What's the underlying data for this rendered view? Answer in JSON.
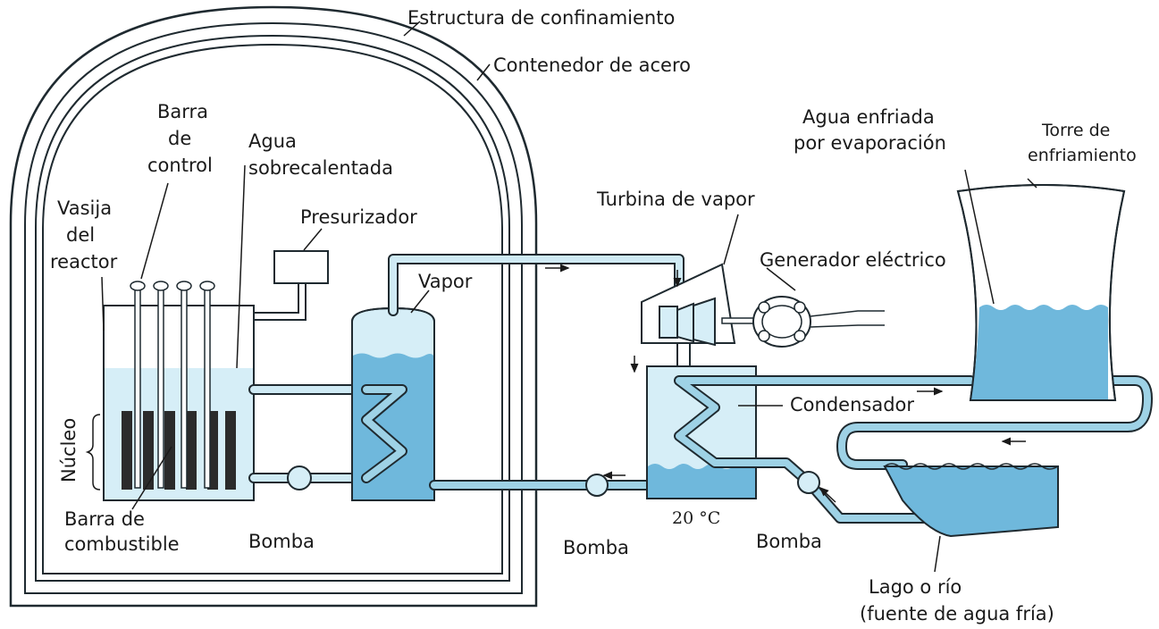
{
  "labels": {
    "confinement": "Estructura de confinamiento",
    "steel_container": "Contenedor de acero",
    "control_rod_1": "Barra",
    "control_rod_2": "de",
    "control_rod_3": "control",
    "superheated_1": "Agua",
    "superheated_2": "sobrecalentada",
    "pressurizer": "Presurizador",
    "vessel_1": "Vasija",
    "vessel_2": "del",
    "vessel_3": "reactor",
    "core": "Núcleo",
    "fuel_rod_1": "Barra de",
    "fuel_rod_2": "combustible",
    "pump_1": "Bomba",
    "steam": "Vapor",
    "turbine": "Turbina de vapor",
    "generator": "Generador eléctrico",
    "evap_1": "Agua enfriada",
    "evap_2": "por evaporación",
    "tower_1": "Torre de",
    "tower_2": "enfriamiento",
    "condenser": "Condensador",
    "temp": "20 °C",
    "pump_2": "Bomba",
    "pump_3": "Bomba",
    "lake_1": "Lago o río",
    "lake_2": "(fuente de agua fría)"
  },
  "colors": {
    "water_light": "#d6eef7",
    "water_dark": "#6fb8dc",
    "pipe_fill": "#cfeaf4",
    "outline": "#1f2a30",
    "fuel_rod": "#2b2b2b"
  }
}
